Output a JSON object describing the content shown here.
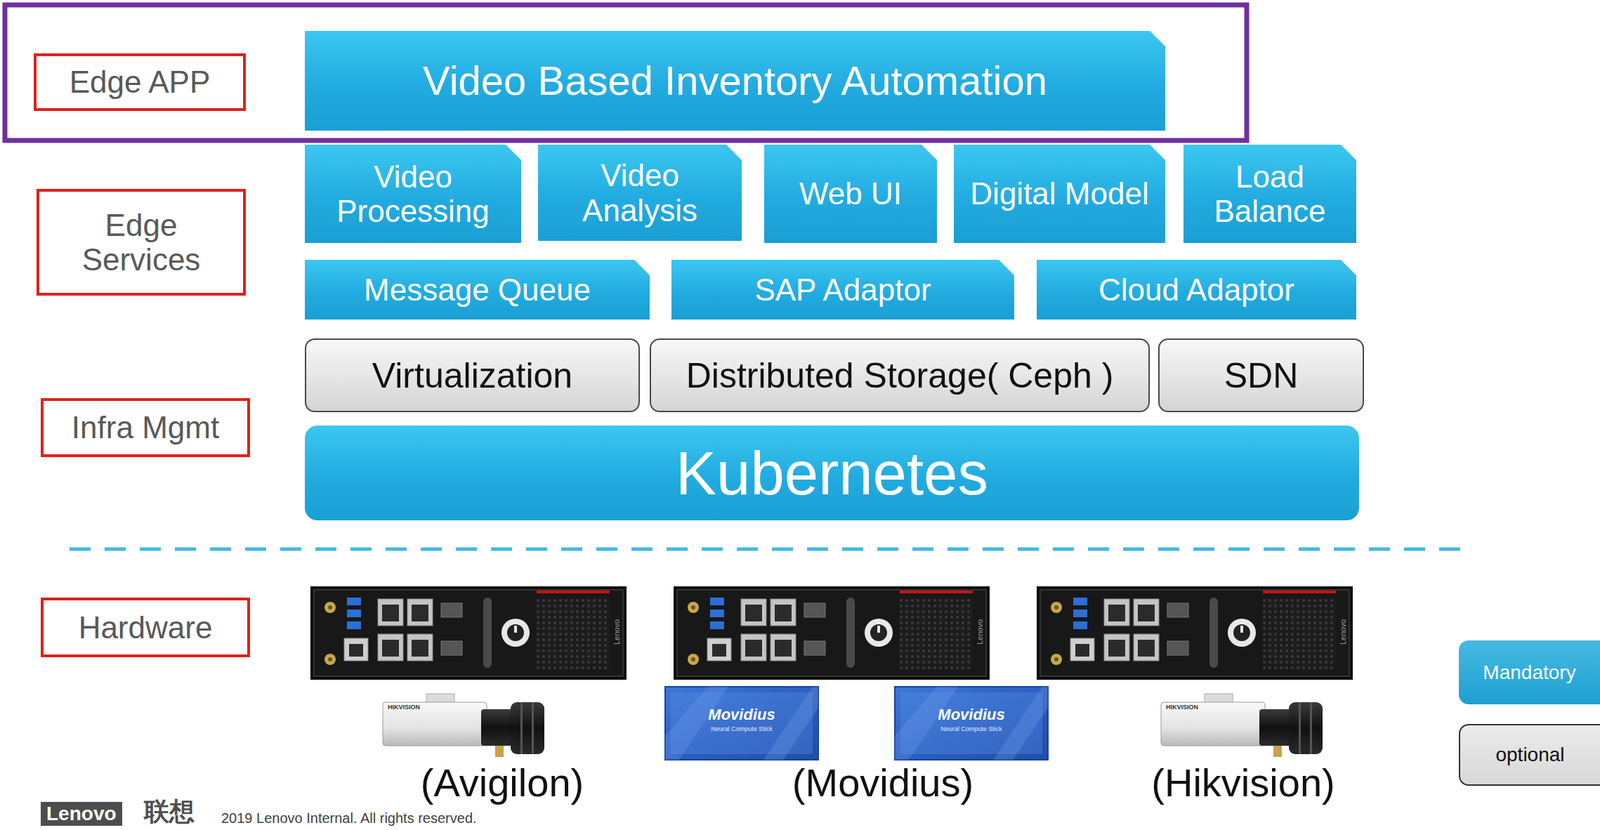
{
  "diagram": {
    "nodes": [
      {
        "text": [
          "Edge APP"
        ]
      },
      {
        "text": [
          "Video Based Inventory Automation"
        ]
      },
      {
        "text": [
          "Edge Services"
        ]
      },
      {
        "text": [
          "Video Processing"
        ]
      },
      {
        "text": [
          "Video Analysis"
        ]
      },
      {
        "text": [
          "Web UI"
        ]
      },
      {
        "text": [
          "Digital Model"
        ]
      },
      {
        "text": [
          "Load Balance"
        ]
      },
      {
        "text": [
          "Message Queue"
        ]
      },
      {
        "text": [
          "SAP Adaptor"
        ]
      },
      {
        "text": [
          "Cloud Adaptor"
        ]
      },
      {
        "text": [
          "Virtualization"
        ]
      },
      {
        "text": [
          "Distributed Storage( Ceph )"
        ]
      },
      {
        "text": [
          "SDN"
        ]
      },
      {
        "text": [
          "Infra Mgmt"
        ]
      },
      {
        "text": [
          "Kubernetes"
        ]
      },
      {
        "text": [
          "Hardware"
        ]
      }
    ],
    "labels": [
      "Lenovo",
      "Lenovo",
      "Lenovo",
      "HIKVISION",
      "Movidius",
      "Neural Compute Stick",
      "Movidius",
      "Neural Compute Stick",
      "HIKVISION",
      "(Avigilon)",
      "(Movidius)",
      "(Hikvision)",
      "Lenovo",
      "联想",
      "2019 Lenovo Internal. All rights reserved."
    ],
    "legend": [
      {
        "text": "Mandatory",
        "color": "#1eaadd"
      },
      {
        "text": "optional",
        "color": "#e6e6e6"
      }
    ]
  }
}
